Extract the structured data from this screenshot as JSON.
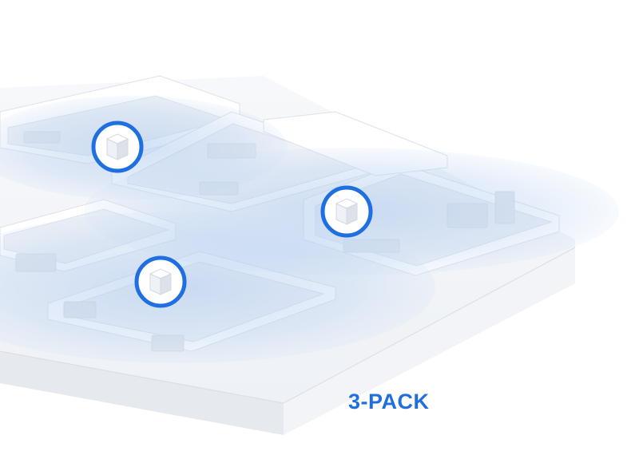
{
  "product_label": "3-PACK",
  "colors": {
    "accent": "#1f6fe0",
    "coverage": "#a9c6ee",
    "floor": "#f4f6f9",
    "wall_top": "#ffffff",
    "wall_side": "#e4e8ee",
    "slab_side": "#e9ecf1"
  },
  "devices": [
    {
      "name": "mesh-unit-1",
      "icon": "mesh-router-cube"
    },
    {
      "name": "mesh-unit-2",
      "icon": "mesh-router-cube"
    },
    {
      "name": "mesh-unit-3",
      "icon": "mesh-router-cube"
    }
  ]
}
